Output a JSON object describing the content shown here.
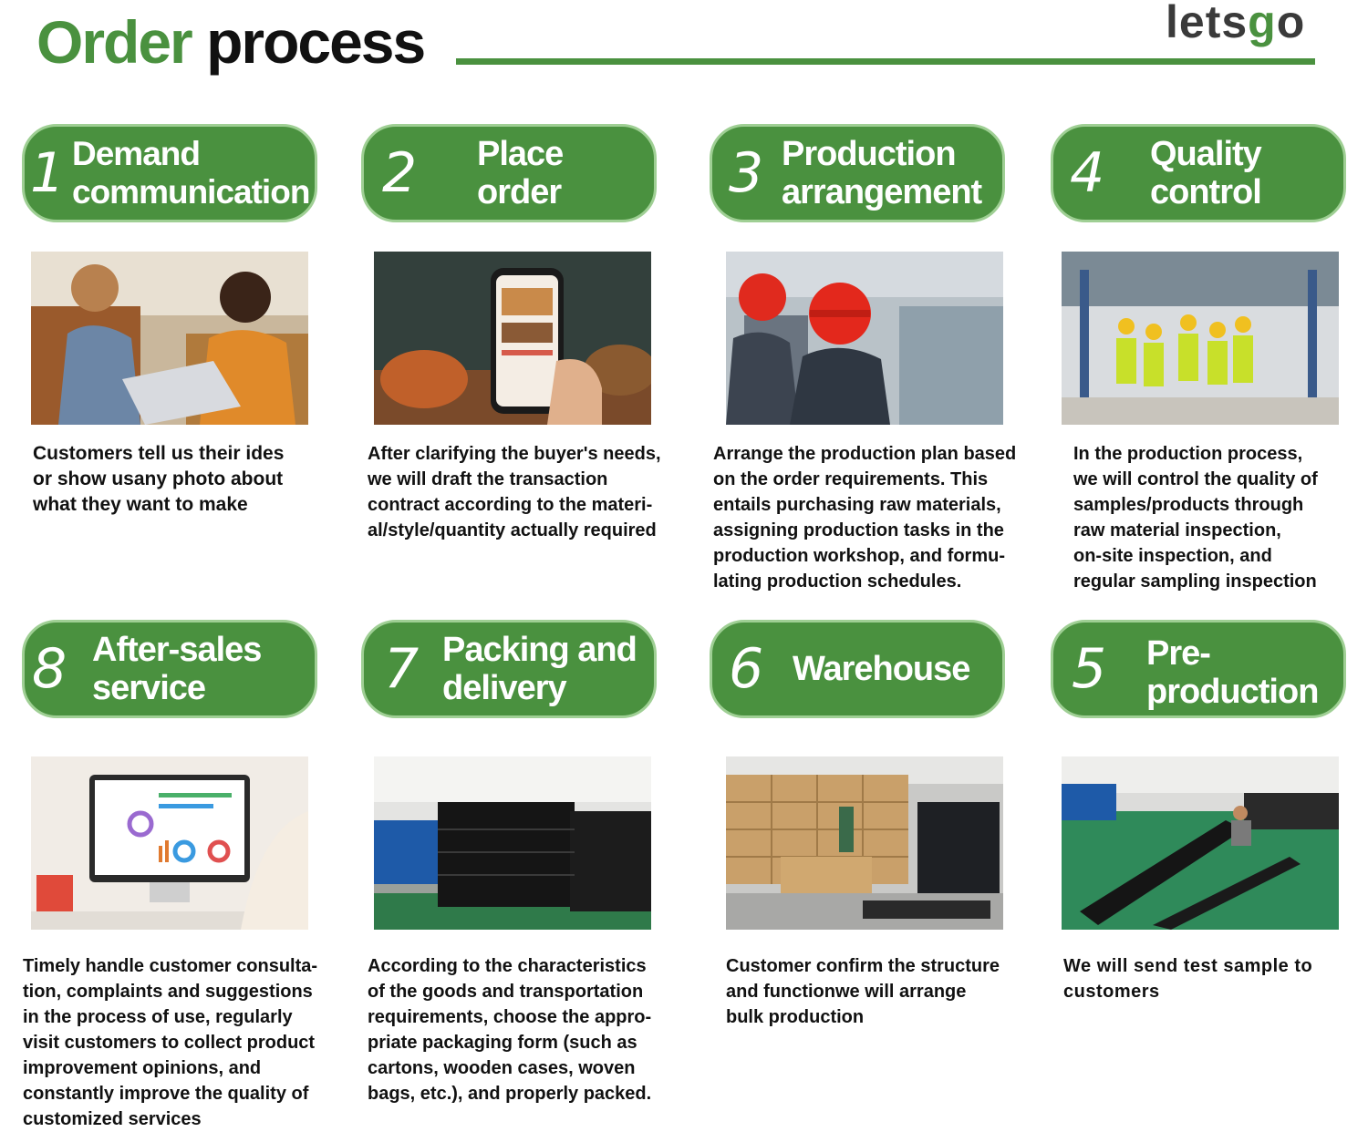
{
  "header": {
    "title_word1": "Order",
    "title_word2": "process",
    "logo": {
      "part1": "lets",
      "part2": "g",
      "part3": "o"
    }
  },
  "steps": [
    {
      "number": "1",
      "title": [
        "Demand",
        "communication"
      ],
      "desc": [
        "Customers tell us their ides",
        "or show usany photo about",
        "what they want to make"
      ],
      "image": "customers-meeting-photo"
    },
    {
      "number": "2",
      "title": [
        "Place",
        "order"
      ],
      "desc": [
        "After clarifying the buyer's needs,",
        "we will draft the transaction",
        "contract according to the materi-",
        "al/style/quantity actually required"
      ],
      "image": "smartphone-order-photo"
    },
    {
      "number": "3",
      "title": [
        "Production",
        "arrangement"
      ],
      "desc": [
        "Arrange the production plan based",
        "on the order requirements. This",
        "entails purchasing raw materials,",
        "assigning production tasks in the",
        "production workshop, and formu-",
        "lating production schedules."
      ],
      "image": "factory-workers-photo"
    },
    {
      "number": "4",
      "title": [
        "Quality",
        "control"
      ],
      "desc": [
        "In the production process,",
        "we will control the quality of",
        "samples/products through",
        "raw material inspection,",
        "on-site inspection, and",
        "regular sampling inspection"
      ],
      "image": "quality-inspectors-photo"
    },
    {
      "number": "8",
      "title": [
        "After-sales",
        "service"
      ],
      "desc": [
        "Timely handle customer consulta-",
        "tion, complaints and suggestions",
        "in the process of use, regularly",
        "visit customers to collect product",
        "improvement opinions, and",
        "constantly improve the quality of",
        "customized services"
      ],
      "image": "dashboard-monitor-photo"
    },
    {
      "number": "7",
      "title": [
        "Packing and",
        "delivery"
      ],
      "desc": [
        "According to the characteristics",
        "of the goods and transportation",
        "requirements, choose the appro-",
        "priate packaging form (such as",
        "cartons, wooden cases, woven",
        "bags, etc.), and properly packed."
      ],
      "image": "packed-goods-photo"
    },
    {
      "number": "6",
      "title": [
        "Warehouse"
      ],
      "desc": [
        "Customer confirm the structure",
        "and functionwe will arrange",
        "bulk production"
      ],
      "image": "warehouse-cartons-photo"
    },
    {
      "number": "5",
      "title": [
        "Pre-",
        "production"
      ],
      "desc": [
        "We will send test sample to",
        "customers"
      ],
      "image": "sample-workshop-photo"
    }
  ]
}
